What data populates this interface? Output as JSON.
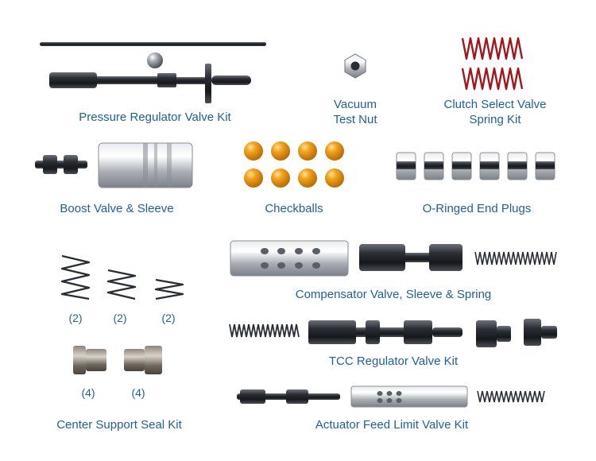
{
  "labels": {
    "pressure_regulator": "Pressure Regulator Valve Kit",
    "vacuum_line1": "Vacuum",
    "vacuum_line2": "Test Nut",
    "clutch_line1": "Clutch Select Valve",
    "clutch_line2": "Spring Kit",
    "boost_valve": "Boost Valve & Sleeve",
    "checkballs": "Checkballs",
    "end_plugs": "O-Ringed End Plugs",
    "compensator": "Compensator Valve, Sleeve & Spring",
    "tcc_regulator": "TCC Regulator Valve Kit",
    "center_support": "Center Support Seal Kit",
    "actuator_feed": "Actuator Feed Limit Valve Kit"
  },
  "quantities": {
    "spring_1": "(2)",
    "spring_2": "(2)",
    "spring_3": "(2)",
    "seal_1": "(4)",
    "seal_2": "(4)"
  },
  "colors": {
    "label_blue": "#1f5f99",
    "steel_dark": "#2a2d33",
    "steel_light": "#b8bcc2",
    "spring_red": "#a3161c",
    "checkball_orange": "#e8930c"
  }
}
